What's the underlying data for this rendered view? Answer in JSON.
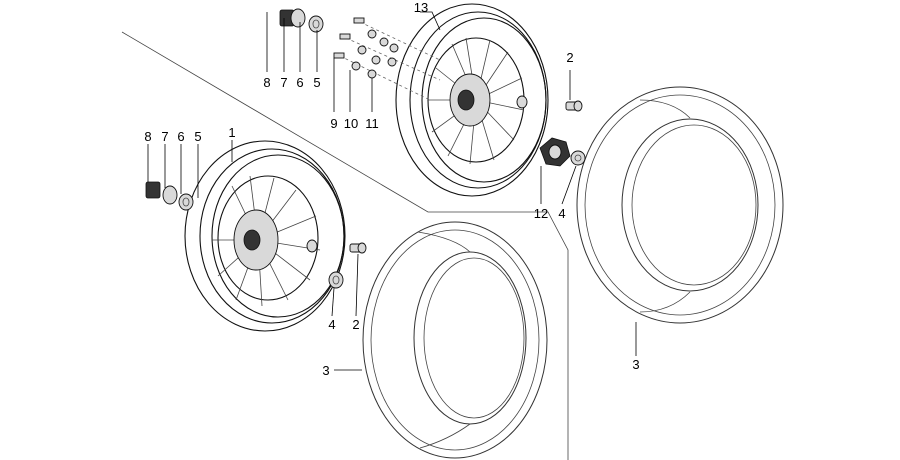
{
  "diagram": {
    "callouts": [
      {
        "id": "c13",
        "text": "13"
      },
      {
        "id": "c2_rear",
        "text": "2"
      },
      {
        "id": "c8_rear",
        "text": "8"
      },
      {
        "id": "c7_rear",
        "text": "7"
      },
      {
        "id": "c6_rear",
        "text": "6"
      },
      {
        "id": "c5_rear",
        "text": "5"
      },
      {
        "id": "c9",
        "text": "9"
      },
      {
        "id": "c10",
        "text": "10"
      },
      {
        "id": "c11",
        "text": "11"
      },
      {
        "id": "c12",
        "text": "12"
      },
      {
        "id": "c4_rear",
        "text": "4"
      },
      {
        "id": "c8_front",
        "text": "8"
      },
      {
        "id": "c7_front",
        "text": "7"
      },
      {
        "id": "c6_front",
        "text": "6"
      },
      {
        "id": "c5_front",
        "text": "5"
      },
      {
        "id": "c1",
        "text": "1"
      },
      {
        "id": "c4_front",
        "text": "4"
      },
      {
        "id": "c2_front",
        "text": "2"
      },
      {
        "id": "c3_front",
        "text": "3"
      },
      {
        "id": "c3_rear",
        "text": "3"
      }
    ]
  }
}
